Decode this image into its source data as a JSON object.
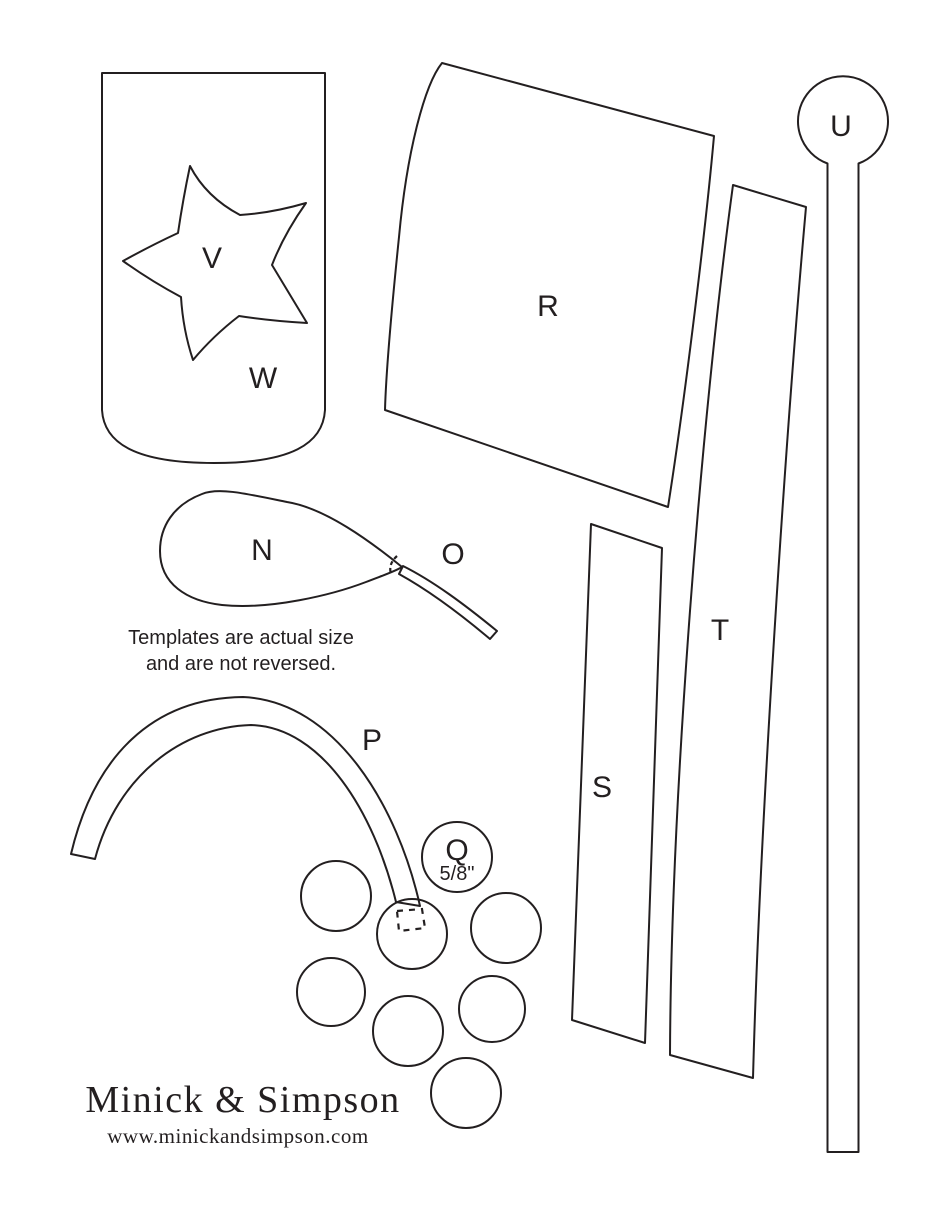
{
  "note": {
    "line1": "Templates are actual size",
    "line2": "and are not reversed."
  },
  "brand": {
    "name": "Minick & Simpson",
    "website": "www.minickandsimpson.com"
  },
  "labels": {
    "n": "N",
    "o": "O",
    "p": "P",
    "q": "Q",
    "q_size": "5/8\"",
    "r": "R",
    "s": "S",
    "t": "T",
    "u": "U",
    "v": "V",
    "w": "W"
  },
  "colors": {
    "ink": "#231f20",
    "paper": "#ffffff"
  }
}
